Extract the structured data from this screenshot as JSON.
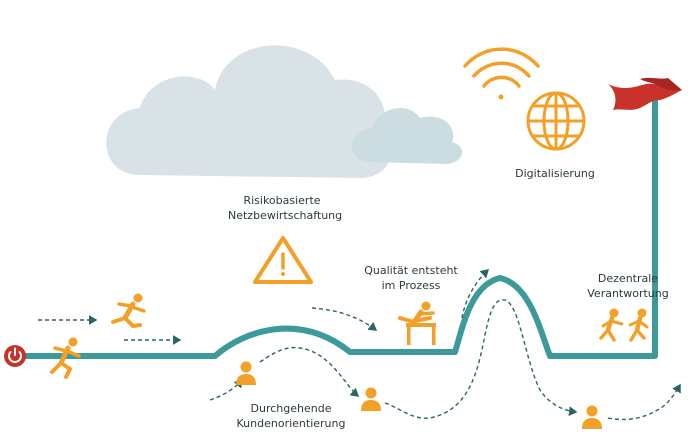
{
  "labels": {
    "risk": {
      "line1": "Risikobasierte",
      "line2": "Netzbewirtschaftung"
    },
    "customer": {
      "line1": "Durchgehende",
      "line2": "Kundenorientierung"
    },
    "quality": {
      "line1": "Qualität entsteht",
      "line2": "im Prozess"
    },
    "digital": {
      "text": "Digitalisierung"
    },
    "decentral": {
      "line1": "Dezentrale",
      "line2": "Verantwortung"
    }
  },
  "icons": [
    "power-icon",
    "runner-icon",
    "sprinter-icon",
    "warning-icon",
    "hurdler-icon",
    "wifi-icon",
    "globe-icon",
    "flag-icon",
    "cloud-icon",
    "person-icon",
    "relay-runners-icon"
  ],
  "colors": {
    "track": "#3d9a9b",
    "orange": "#f2a027",
    "red": "#c8322a",
    "cloud": "#d9e2e7",
    "cloud_small": "#cbdde1",
    "arrow": "#2d6466",
    "text": "#2b3a3d"
  }
}
